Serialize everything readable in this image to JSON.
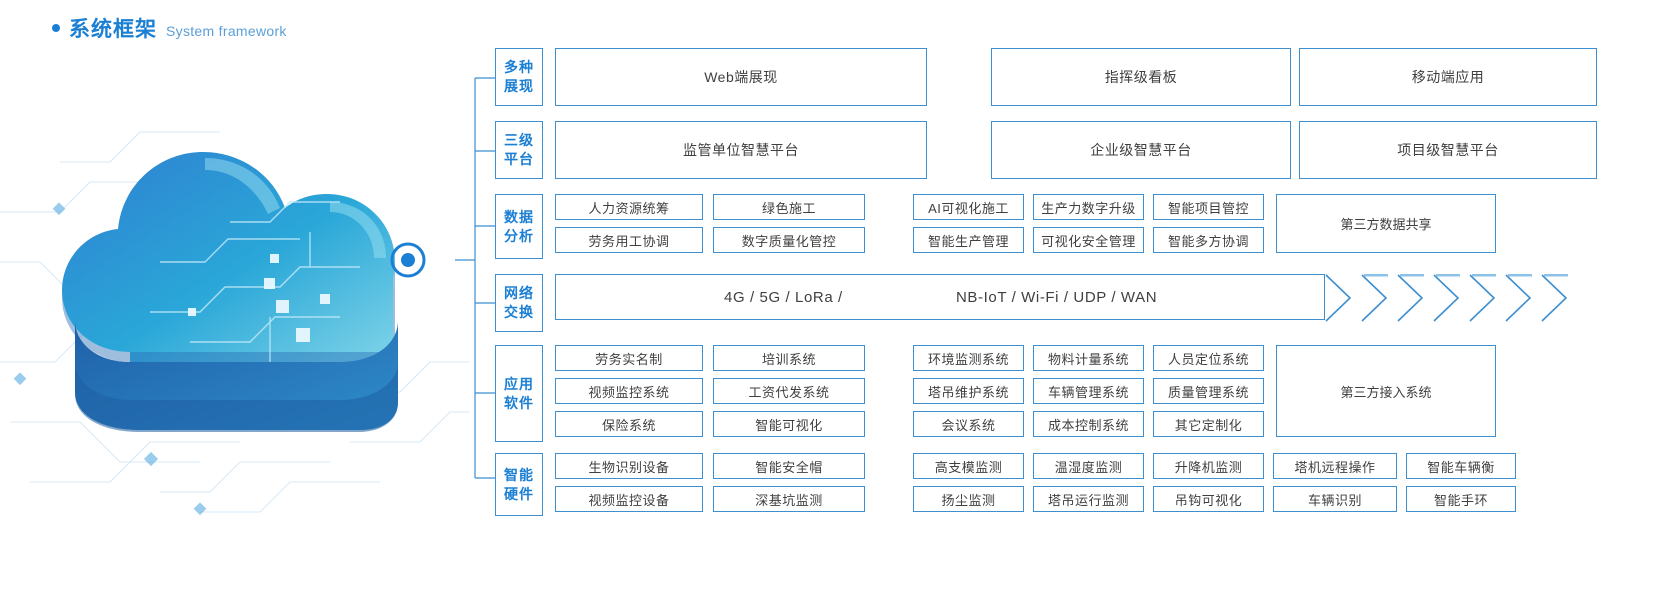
{
  "heading": {
    "dot": "bullet-dot",
    "title_cn": "系统框架",
    "title_en": "System framework"
  },
  "colors": {
    "accent": "#1b7fd4",
    "border": "#3d8fd0",
    "text": "#3f3f3f",
    "subtitle": "#5a9ed8"
  },
  "rows": [
    {
      "label_line1": "多种",
      "label_line2": "展现",
      "panels": [
        "Web端展现",
        "指挥级看板",
        "移动端应用"
      ]
    },
    {
      "label_line1": "三级",
      "label_line2": "平台",
      "panels": [
        "监管单位智慧平台",
        "企业级智慧平台",
        "项目级智慧平台"
      ]
    },
    {
      "label_line1": "数据",
      "label_line2": "分析",
      "left_group": [
        [
          "人力资源统筹",
          "劳务用工协调"
        ],
        [
          "绿色施工",
          "数字质量化管控"
        ]
      ],
      "right_group": [
        [
          "AI可视化施工",
          "智能生产管理"
        ],
        [
          "生产力数字升级",
          "可视化安全管理"
        ],
        [
          "智能项目管控",
          "智能多方协调"
        ]
      ],
      "third_party": "第三方数据共享"
    },
    {
      "label_line1": "网络",
      "label_line2": "交换",
      "net_text_a": "4G / 5G / LoRa /",
      "net_text_b": "NB-IoT / Wi-Fi / UDP / WAN",
      "chevron_count": 7
    },
    {
      "label_line1": "应用",
      "label_line2": "软件",
      "left_group": [
        [
          "劳务实名制",
          "视频监控系统",
          "保险系统"
        ],
        [
          "培训系统",
          "工资代发系统",
          "智能可视化"
        ]
      ],
      "right_group": [
        [
          "环境监测系统",
          "塔吊维护系统",
          "会议系统"
        ],
        [
          "物料计量系统",
          "车辆管理系统",
          "成本控制系统"
        ],
        [
          "人员定位系统",
          "质量管理系统",
          "其它定制化"
        ]
      ],
      "third_party": "第三方接入系统"
    },
    {
      "label_line1": "智能",
      "label_line2": "硬件",
      "left_group": [
        [
          "生物识别设备",
          "视频监控设备"
        ],
        [
          "智能安全帽",
          "深基坑监测"
        ]
      ],
      "right_group": [
        [
          "高支模监测",
          "扬尘监测"
        ],
        [
          "温湿度监测",
          "塔吊运行监测"
        ],
        [
          "升降机监测",
          "吊钩可视化"
        ],
        [
          "塔机远程操作",
          "车辆识别"
        ],
        [
          "智能车辆衡",
          "智能手环"
        ]
      ]
    }
  ]
}
